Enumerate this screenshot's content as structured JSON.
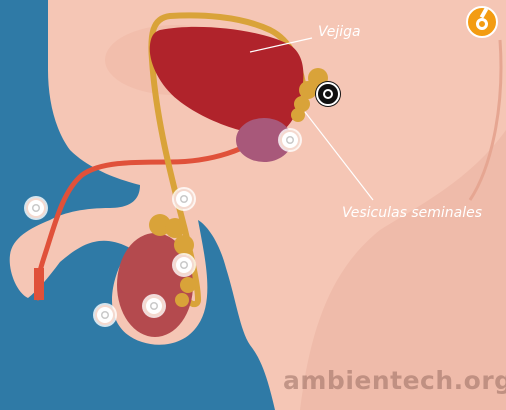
{
  "labels": {
    "vejiga": "Vejiga",
    "vesiculas": "Vesiculas seminales"
  },
  "watermark": {
    "text": "ambientech.org"
  },
  "hotspots": [
    {
      "id": "seminal-vesicle",
      "active": true
    },
    {
      "id": "prostate",
      "active": false
    },
    {
      "id": "vas-deferens",
      "active": false
    },
    {
      "id": "penis",
      "active": false
    },
    {
      "id": "epididymis",
      "active": false
    },
    {
      "id": "testicle",
      "active": false
    },
    {
      "id": "scrotum",
      "active": false
    }
  ],
  "colors": {
    "background": "#2f7aa6",
    "skin": "#f5c6b5",
    "skin_shadow": "#e8a995",
    "bladder": "#b0232b",
    "prostate": "#a8587a",
    "vas_deferens": "#d9a339",
    "urethra": "#e0513a",
    "testicle": "#b44a4e",
    "accent": "#f39c12"
  },
  "icons": {
    "logo": "ambientech-logo-icon"
  }
}
